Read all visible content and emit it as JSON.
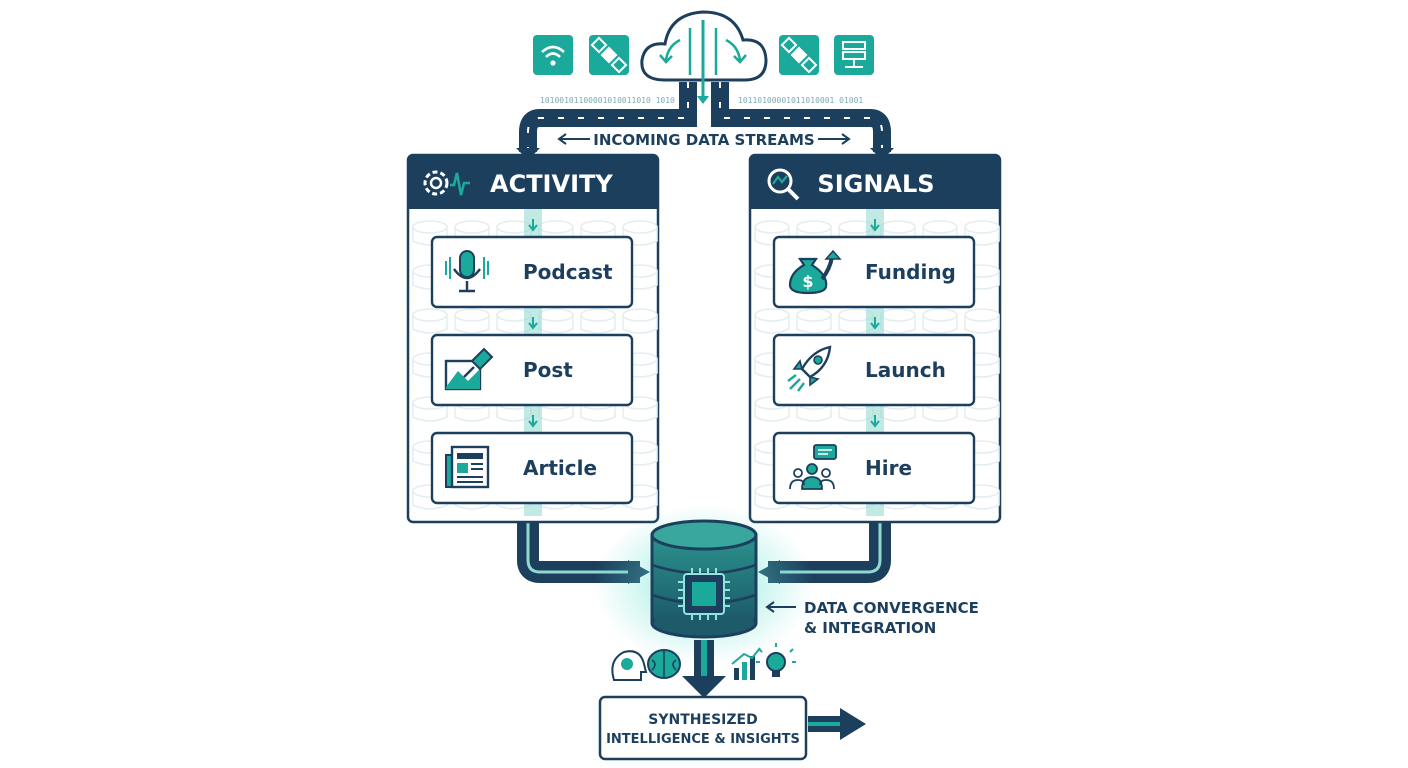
{
  "header": {
    "streams_label": "INCOMING DATA STREAMS",
    "binary_left": "10100101100001010011010 1010",
    "binary_right": "10110100001011010001 01001"
  },
  "activity": {
    "title": "ACTIVITY",
    "items": [
      {
        "label": "Podcast",
        "icon": "microphone-icon"
      },
      {
        "label": "Post",
        "icon": "image-pin-icon"
      },
      {
        "label": "Article",
        "icon": "newspaper-icon"
      }
    ]
  },
  "signals": {
    "title": "SIGNALS",
    "items": [
      {
        "label": "Funding",
        "icon": "money-bag-icon"
      },
      {
        "label": "Launch",
        "icon": "rocket-icon"
      },
      {
        "label": "Hire",
        "icon": "team-icon"
      }
    ]
  },
  "convergence": {
    "line1": "DATA CONVERGENCE",
    "line2": "& INTEGRATION"
  },
  "output": {
    "line1": "SYNTHESIZED",
    "line2": "INTELLIGENCE & INSIGHTS"
  },
  "colors": {
    "navy": "#1d3f5e",
    "teal": "#1aa99a",
    "teal_light": "#8fd9cf",
    "pale": "#e4eef1"
  }
}
